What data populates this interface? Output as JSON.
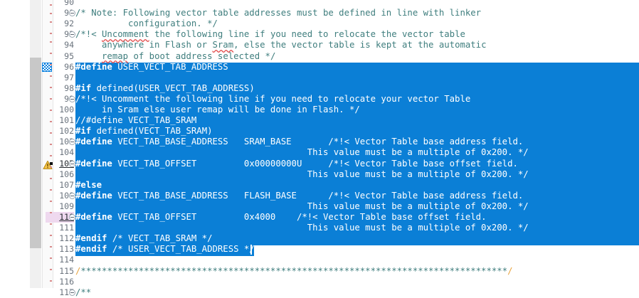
{
  "editor": {
    "app": "code-editor",
    "language": "c",
    "colors": {
      "selection_blue": "#0b7fd6",
      "comment_green": "#3f7e7e",
      "preprocessor_blue": "#0b3d8c",
      "line_number_gray": "#6a737d",
      "current_line_pink": "#efd9ef",
      "spellcheck_red": "#e04545",
      "scrollbar_thumb": "#c8c8c8",
      "background": "#ffffff"
    },
    "gutter_icons": [
      {
        "line": "96",
        "name": "bookmark-icon",
        "title": "bookmark"
      },
      {
        "line": "105",
        "name": "warning-icon",
        "title": "warning"
      }
    ],
    "caret": {
      "line": "113",
      "after": "#endif /* USER_VECT_TAB_ADDRESS */"
    },
    "selection": {
      "start_line": "96",
      "end_line": "113"
    },
    "current_line": "110"
  },
  "lines": [
    {
      "n": "90",
      "fold": false,
      "sel": false,
      "segs": []
    },
    {
      "n": "91",
      "fold": true,
      "sel": false,
      "segs": [
        {
          "t": "/* Note: Following vector table addresses must be defined in line with linker",
          "c": "cmt"
        }
      ]
    },
    {
      "n": "92",
      "fold": false,
      "sel": false,
      "segs": [
        {
          "t": "          configuration. */",
          "c": "cmt"
        }
      ]
    },
    {
      "n": "93",
      "fold": true,
      "sel": false,
      "segs": [
        {
          "t": "/*!< ",
          "c": "cmt"
        },
        {
          "t": "Uncomment",
          "c": "cmt sq"
        },
        {
          "t": " the following line if you need to relocate the vector table",
          "c": "cmt"
        }
      ]
    },
    {
      "n": "94",
      "fold": false,
      "sel": false,
      "segs": [
        {
          "t": "     anywhere in Flash or ",
          "c": "cmt"
        },
        {
          "t": "Sram",
          "c": "cmt sq"
        },
        {
          "t": ", else the vector table is kept at the automatic",
          "c": "cmt"
        }
      ]
    },
    {
      "n": "95",
      "fold": false,
      "sel": false,
      "segs": [
        {
          "t": "     ",
          "c": "cmt"
        },
        {
          "t": "remap",
          "c": "cmt sq"
        },
        {
          "t": " of boot address selected */",
          "c": "cmt"
        }
      ]
    },
    {
      "n": "96",
      "fold": false,
      "sel": true,
      "segs": [
        {
          "t": "#define",
          "c": "pp-sel"
        },
        {
          "t": " USER_VECT_TAB_ADDRESS",
          "c": "txt-sel"
        }
      ]
    },
    {
      "n": "97",
      "fold": false,
      "sel": true,
      "segs": []
    },
    {
      "n": "98",
      "fold": false,
      "sel": true,
      "segs": [
        {
          "t": "#if",
          "c": "pp-sel"
        },
        {
          "t": " defined(USER_VECT_TAB_ADDRESS)",
          "c": "txt-sel"
        }
      ]
    },
    {
      "n": "99",
      "fold": true,
      "sel": true,
      "segs": [
        {
          "t": "/*!< Uncomment the following line if you need to relocate your vector Table",
          "c": "cmt-sel"
        }
      ]
    },
    {
      "n": "100",
      "fold": false,
      "sel": true,
      "segs": [
        {
          "t": "     in Sram else user remap will be done in Flash. */",
          "c": "cmt-sel"
        }
      ]
    },
    {
      "n": "101",
      "fold": false,
      "sel": true,
      "segs": [
        {
          "t": "//#define VECT_TAB_SRAM",
          "c": "cmt-sel"
        }
      ]
    },
    {
      "n": "102",
      "fold": false,
      "sel": true,
      "segs": [
        {
          "t": "#if",
          "c": "pp-sel"
        },
        {
          "t": " defined(VECT_TAB_SRAM)",
          "c": "txt-sel"
        }
      ]
    },
    {
      "n": "103",
      "fold": true,
      "sel": true,
      "segs": [
        {
          "t": "#define",
          "c": "pp-sel"
        },
        {
          "t": " VECT_TAB_BASE_ADDRESS   SRAM_BASE       ",
          "c": "txt-sel"
        },
        {
          "t": "/*!< Vector Table base address field.",
          "c": "cmt-sel"
        }
      ]
    },
    {
      "n": "104",
      "fold": false,
      "sel": true,
      "segs": [
        {
          "t": "                                            This value must be a multiple of 0x200. */",
          "c": "cmt-sel"
        }
      ]
    },
    {
      "n": "105",
      "fold": true,
      "sel": true,
      "warn": true,
      "segs": [
        {
          "t": "#define",
          "c": "pp-sel"
        },
        {
          "t": " VECT_TAB_OFFSET         0x00000000U     ",
          "c": "txt-sel"
        },
        {
          "t": "/*!< Vector Table base offset field.",
          "c": "cmt-sel"
        }
      ]
    },
    {
      "n": "106",
      "fold": false,
      "sel": true,
      "segs": [
        {
          "t": "                                            This value must be a multiple of 0x200. */",
          "c": "cmt-sel"
        }
      ]
    },
    {
      "n": "107",
      "fold": false,
      "sel": true,
      "segs": [
        {
          "t": "#else",
          "c": "pp-sel"
        }
      ]
    },
    {
      "n": "108",
      "fold": true,
      "sel": true,
      "segs": [
        {
          "t": "#define",
          "c": "pp-sel"
        },
        {
          "t": " VECT_TAB_BASE_ADDRESS   FLASH_BASE      ",
          "c": "txt-sel"
        },
        {
          "t": "/*!< Vector Table base address field.",
          "c": "cmt-sel"
        }
      ]
    },
    {
      "n": "109",
      "fold": false,
      "sel": true,
      "segs": [
        {
          "t": "                                            This value must be a multiple of 0x200. */",
          "c": "cmt-sel"
        }
      ]
    },
    {
      "n": "110",
      "fold": true,
      "sel": true,
      "current": true,
      "segs": [
        {
          "t": "#define",
          "c": "pp-sel"
        },
        {
          "t": " VECT_TAB_OFFSET         0x4000    ",
          "c": "txt-sel"
        },
        {
          "t": "/*!< Vector Table base offset field.",
          "c": "cmt-sel"
        }
      ]
    },
    {
      "n": "111",
      "fold": false,
      "sel": true,
      "segs": [
        {
          "t": "                                            This value must be a multiple of 0x200. */",
          "c": "cmt-sel"
        }
      ]
    },
    {
      "n": "112",
      "fold": false,
      "sel": true,
      "segs": [
        {
          "t": "#endif",
          "c": "pp-sel"
        },
        {
          "t": " /* VECT_TAB_SRAM */",
          "c": "cmt-sel"
        }
      ]
    },
    {
      "n": "113",
      "fold": false,
      "sel": true,
      "caret": true,
      "segs": [
        {
          "t": "#endif",
          "c": "pp-sel"
        },
        {
          "t": " /* USER_VECT_TAB_ADDRESS */",
          "c": "cmt-sel"
        }
      ]
    },
    {
      "n": "114",
      "fold": false,
      "sel": false,
      "segs": []
    },
    {
      "n": "115",
      "fold": false,
      "sel": false,
      "segs": [
        {
          "t": "/",
          "c": "slash"
        },
        {
          "t": "*********************************************************************************",
          "c": "cmt"
        },
        {
          "t": "/",
          "c": "slash"
        }
      ]
    },
    {
      "n": "116",
      "fold": false,
      "sel": false,
      "segs": []
    },
    {
      "n": "117",
      "fold": true,
      "sel": false,
      "segs": [
        {
          "t": "/**",
          "c": "cmt"
        }
      ]
    }
  ]
}
